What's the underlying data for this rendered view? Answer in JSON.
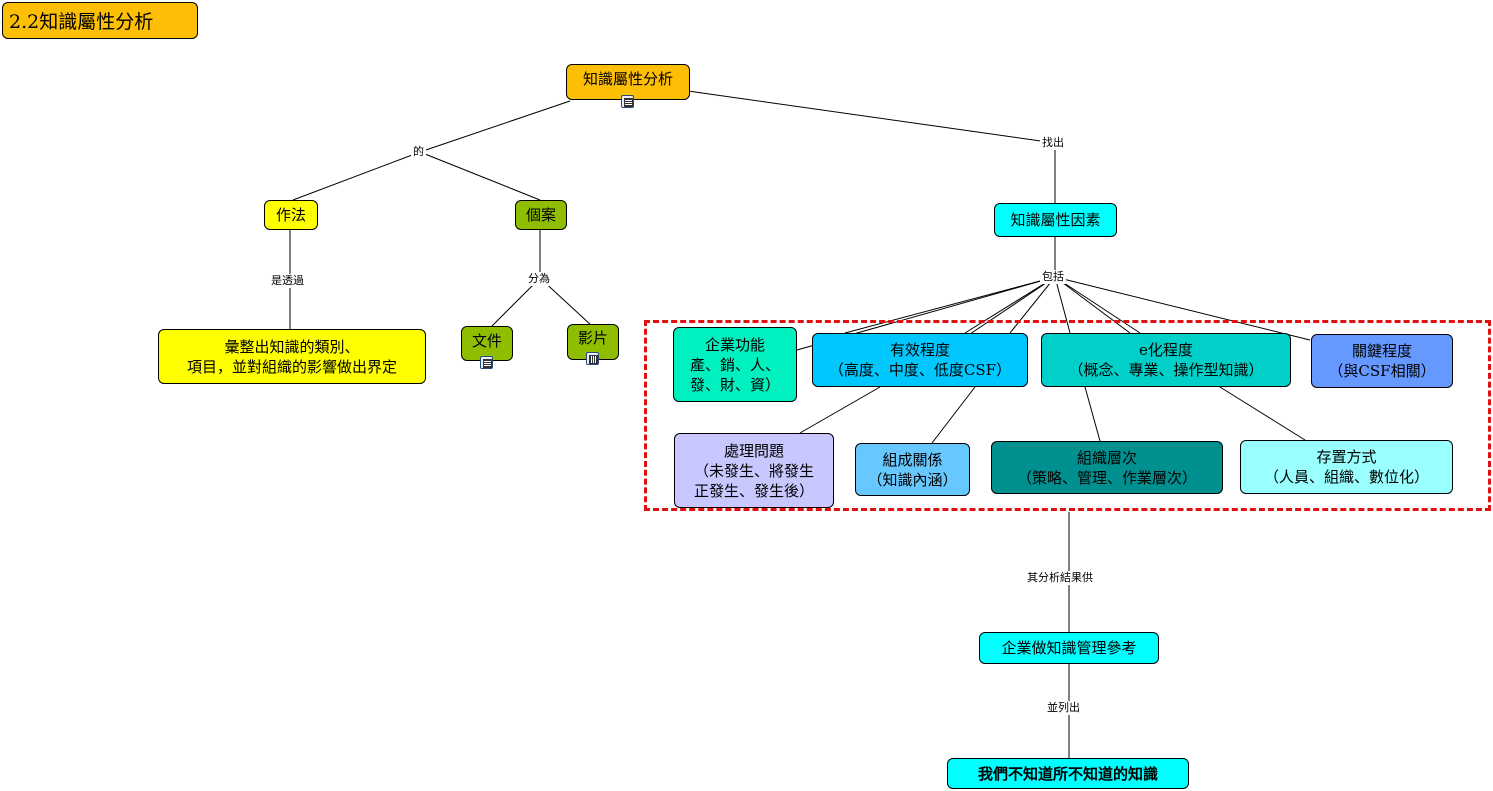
{
  "title": "2.2知識屬性分析",
  "colors": {
    "root": "#fdbf06",
    "zuofa": "#ffff00",
    "case": "#8fbe00",
    "factor": "#00ffff",
    "enterprise_func": "#00f0c0",
    "effectiveness": "#00c8ff",
    "digitization": "#00d0c8",
    "criticality": "#6699ff",
    "problem": "#c8c8ff",
    "composition": "#66c8ff",
    "org_level": "#009090",
    "storage": "#99ffff",
    "dashed_border": "#e01010"
  },
  "nodes": {
    "root": "知識屬性分析",
    "zuofa": "作法",
    "case": "個案",
    "summary": [
      "彙整出知識的類別、",
      "項目，並對組織的影響做出界定"
    ],
    "document": "文件",
    "video": "影片",
    "factor": "知識屬性因素",
    "enterprise_func": [
      "企業功能",
      "產、銷、人、",
      "發、財、資）"
    ],
    "effectiveness": [
      "有效程度",
      "（高度、中度、低度CSF）"
    ],
    "digitization": [
      "e化程度",
      "（概念、專業、操作型知識）"
    ],
    "criticality": [
      "關鍵程度",
      "（與CSF相關）"
    ],
    "problem": [
      "處理問題",
      "（未發生、將發生",
      "正發生、發生後）"
    ],
    "composition": [
      "組成關係",
      "（知識內涵）"
    ],
    "org_level": [
      "組織層次",
      "（策略、管理、作業層次）"
    ],
    "storage": [
      "存置方式",
      "（人員、組織、數位化）"
    ],
    "reference": "企業做知識管理參考",
    "unknown": "我們不知道所不知道的知識"
  },
  "links": {
    "of": "的",
    "find": "找出",
    "via": "是透過",
    "divided": "分為",
    "include": "包括",
    "supply": "其分析結果供",
    "list": "並列出"
  }
}
